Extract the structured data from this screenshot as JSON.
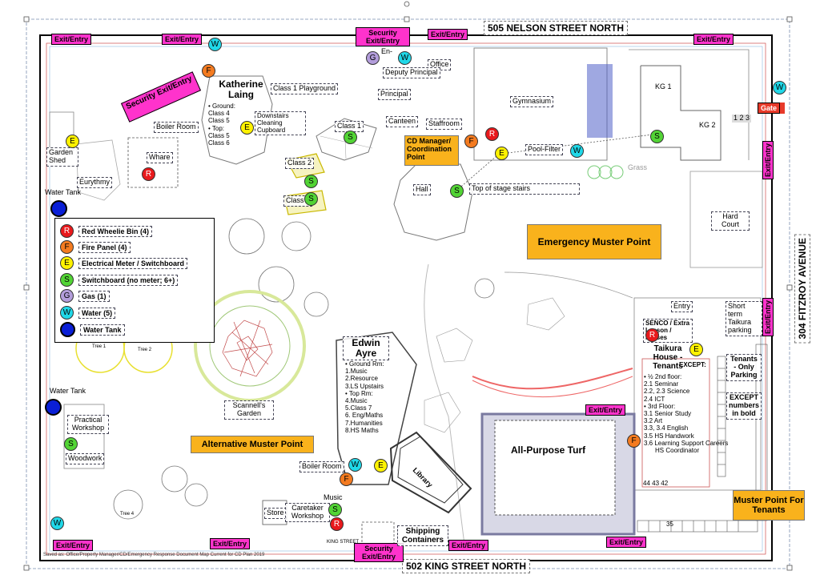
{
  "streets": {
    "north": "505 NELSON STREET NORTH",
    "south": "502 KING STREET NORTH",
    "east": "304 FITZROY AVENUE",
    "king_small": "KING STREET"
  },
  "exits": {
    "exit_entry": "Exit/Entry",
    "security": "Security Exit/Entry",
    "gate": "Gate"
  },
  "muster": {
    "emergency": "Emergency Muster Point",
    "alternative": "Alternative Muster Point",
    "tenants": "Muster Point For Tenants",
    "cd_manager": "CD Manager/ Coordination Point"
  },
  "legend": {
    "items": [
      {
        "code": "R",
        "label": "Red Wheelie Bin (4)",
        "color": "#e8191c"
      },
      {
        "code": "F",
        "label": "Fire Panel (4)",
        "color": "#f47b20"
      },
      {
        "code": "E",
        "label": "Electrical Meter / Switchboard",
        "color": "#fff200"
      },
      {
        "code": "S",
        "label": "Switchboard (no meter; 6+)",
        "color": "#52d435"
      },
      {
        "code": "G",
        "label": "Gas (1)",
        "color": "#b39ddb"
      },
      {
        "code": "W",
        "label": "Water (5)",
        "color": "#20d8e8"
      },
      {
        "code": "",
        "label": "Water Tank",
        "color": "#0a1fd6"
      }
    ]
  },
  "buildings": {
    "katherine_laing": "Katherine Laing",
    "kl_ground": "Ground:",
    "kl_class4": "Class 4",
    "kl_class5": "Class 5",
    "kl_top": "Top:",
    "kl_top5": "Class 5",
    "kl_top6": "Class 6",
    "downstairs": "Downstairs Cleaning Cupboard",
    "boiler_room": "Boiler Room",
    "whare": "Whare",
    "garden_shed": "Garden Shed",
    "eurythmy": "Eurythmy",
    "water_tank_label": "Water Tank",
    "class1_playground": "Class 1 Playground",
    "class1": "Class 1",
    "class2": "Class 2",
    "class3": "Class 3",
    "en": "En-",
    "office": "Office",
    "deputy": "Deputy Principal",
    "principal": "Principal",
    "canteen": "Canteen",
    "staffroom": "Staffroom",
    "gymnasium": "Gymnasium",
    "kg1": "KG 1",
    "kg2": "KG 2",
    "gate_nums": "1 2 3",
    "pool_filter": "Pool-Filter",
    "grass": "Grass",
    "hall": "Hall",
    "top_stage": "Top of stage stairs",
    "hard_court": "Hard Court",
    "entry": "Entry",
    "short_term": "Short term Taikura parking",
    "senco": "SENCO / Extra Lesson / Nurses",
    "taikura_title": "Taikura House - Tenants",
    "taikura_except": "EXCEPT:",
    "t_2nd": "½ 2nd floor:",
    "t_21": "2.1 Seminar",
    "t_22": "2.2, 2.3 Science",
    "t_24": "2.4 ICT",
    "t_3rd": "3rd Floor:",
    "t_31": "3.1 Senior Study",
    "t_32": "3.2 Art",
    "t_33": "3.3, 3.4 English",
    "t_35": "3.5 HS Handwork",
    "t_36": "3.6 Learning Support Careers",
    "t_hs": "HS Coordinator",
    "tenants_only": "Tenants - Only Parking",
    "except_numbers": "EXCEPT numbers in bold",
    "parking_nums": "44 43 42",
    "parking_35": "35",
    "all_purpose": "All-Purpose Turf",
    "edwin_ayre": "Edwin Ayre",
    "ea_ground": "Ground Rm:",
    "ea_1": "1.Music",
    "ea_2": "2.Resource",
    "ea_3": "3.LS Upstairs",
    "ea_top": "Top Rm:",
    "ea_4": "4.Music",
    "ea_5": "5.Class 7",
    "ea_6": "6. Eng/Maths",
    "ea_7": "7.Humanities",
    "ea_8": "8.HS Maths",
    "library": "Library",
    "scannells": "Scannell's Garden",
    "practical": "Practical Workshop",
    "woodwork": "Woodwork",
    "boiler_room2": "Boiler Room",
    "music": "Music",
    "store": "Store",
    "caretaker": "Caretaker Workshop",
    "shipping": "Shipping Containers",
    "tree1": "Tree 1",
    "tree2": "Tree 2",
    "tree4": "Tree 4",
    "saved_as": "Saved as: Office/Property Manager/CD/Emergency Response Document Map Current for CD Plan 2019"
  }
}
